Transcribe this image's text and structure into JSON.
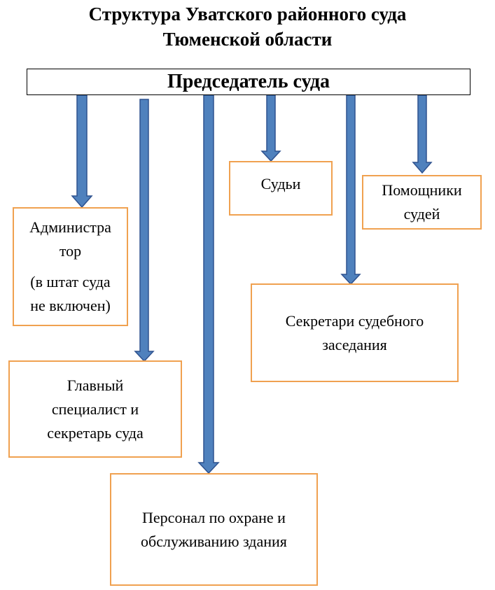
{
  "title": {
    "line1": "Структура Уватского районного суда",
    "line2": "Тюменской области"
  },
  "head": {
    "label": "Председатель  суда"
  },
  "boxes": {
    "administrator": {
      "line1": "Администра",
      "line2": "тор",
      "line3": "(в штат суда",
      "line4": "не включен)"
    },
    "chief": {
      "line1": "Главный",
      "line2": "специалист и",
      "line3": "секретарь суда"
    },
    "security": {
      "line1": "Персонал по охране и",
      "line2": "обслуживанию здания"
    },
    "judges": {
      "line1": "Судьи"
    },
    "assistants": {
      "line1": "Помощники",
      "line2": "судей"
    },
    "secretaries": {
      "line1": "Секретари судебного",
      "line2": "заседания"
    }
  },
  "colors": {
    "arrow": "#4f81bd",
    "arrow_border": "#2f528f",
    "box_border": "#f0a150"
  }
}
